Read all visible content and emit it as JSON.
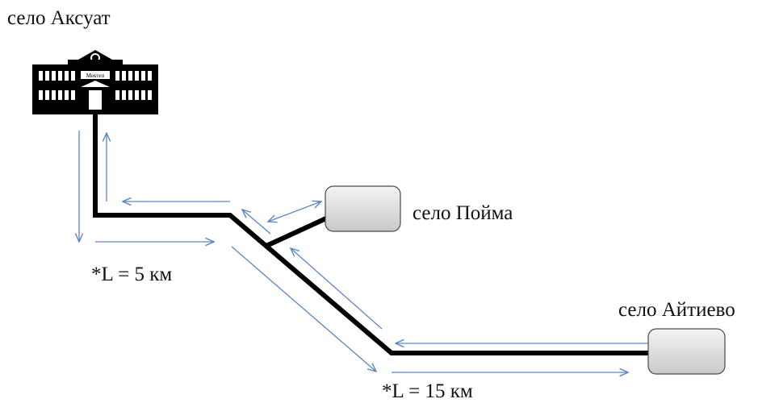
{
  "labels": {
    "village_aksuat": "село Аксуат",
    "village_poima": "село Пойма",
    "village_aitievo": "село Айтиево",
    "length_first": "*L = 5 км",
    "length_second": "*L = 15 км",
    "building_sign": "Мектеп"
  },
  "colors": {
    "road": "#000000",
    "arrow": "#5b86c4",
    "box_fill_top": "#f4f4f4",
    "box_fill_bottom": "#c9c9c9",
    "box_stroke": "#4a4a4a"
  },
  "icons": {
    "building": "school-building-icon",
    "village_box": "rounded-box"
  }
}
